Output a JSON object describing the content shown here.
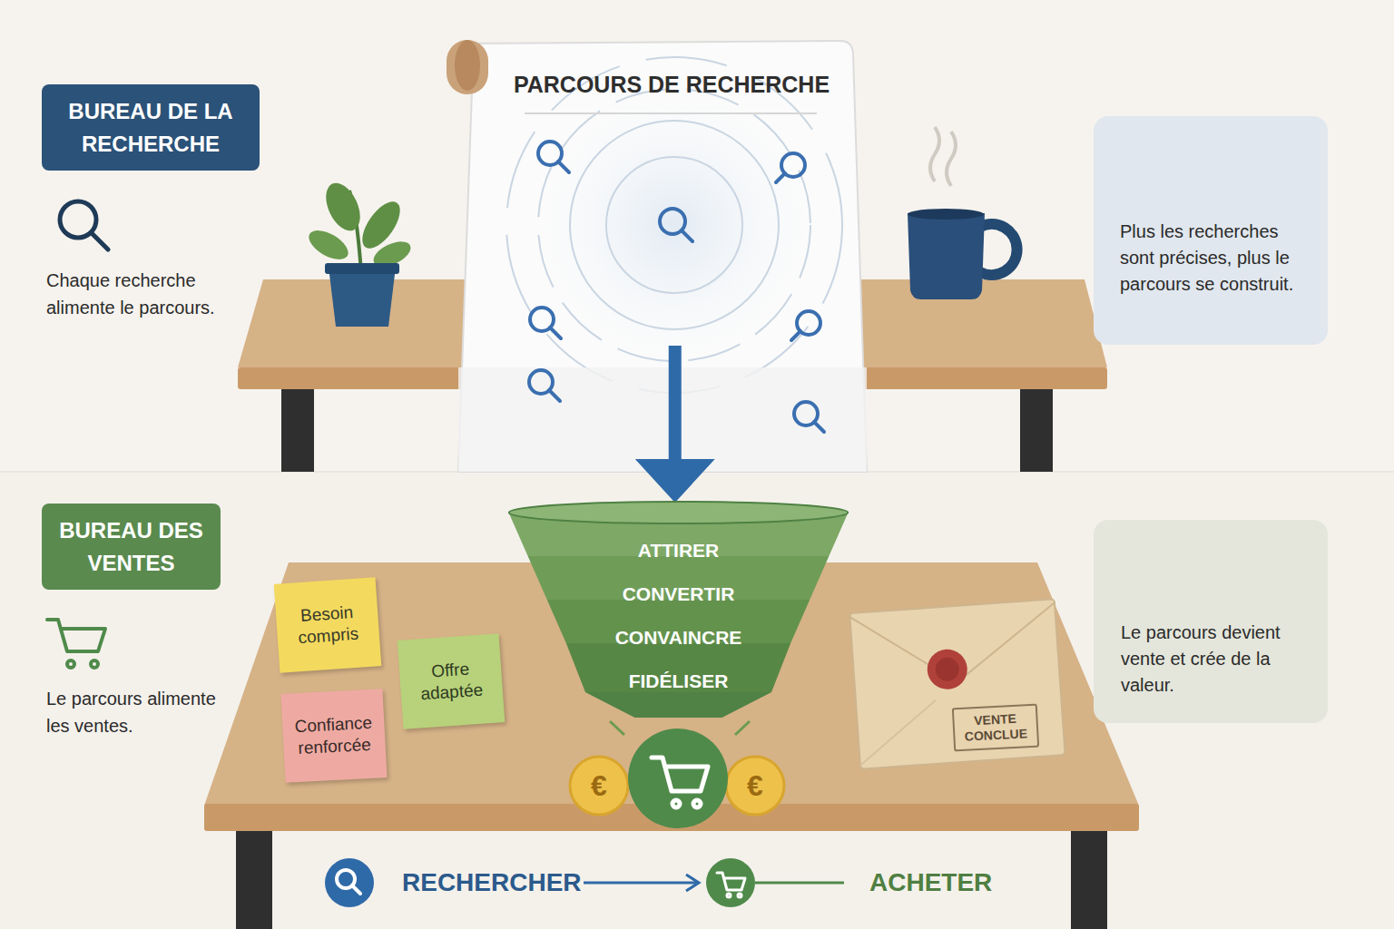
{
  "diagram": {
    "nodes": [
      {
        "text": [
          "BUREAU DE LA RECHERCHE"
        ]
      },
      {
        "text": [
          "PARCOURS DE RECHERCHE"
        ]
      },
      {
        "text": [
          "Plus les recherches sont précises, plus le parcours se construit."
        ]
      },
      {
        "text": [
          "BUREAU DES VENTES"
        ]
      },
      {
        "text": [
          "Besoin compris"
        ]
      },
      {
        "text": [
          "Confiance renforcée"
        ]
      },
      {
        "text": [
          "Offre adaptée"
        ]
      },
      {
        "text": [
          "ATTIRER",
          "CONVERTIR",
          "CONVAINCRE",
          "FIDÉLISER"
        ]
      },
      {
        "text": [
          "VENTE CONCLUE"
        ]
      },
      {
        "text": [
          "Le parcours devient vente et crée de la valeur."
        ]
      }
    ],
    "edges": [
      {
        "from": 1,
        "to": 7,
        "arrow": "to"
      }
    ],
    "labels": [
      "Chaque recherche alimente le parcours.",
      "Le parcours alimente les ventes.",
      "€",
      "€",
      "RECHERCHER",
      "ACHETER"
    ]
  }
}
